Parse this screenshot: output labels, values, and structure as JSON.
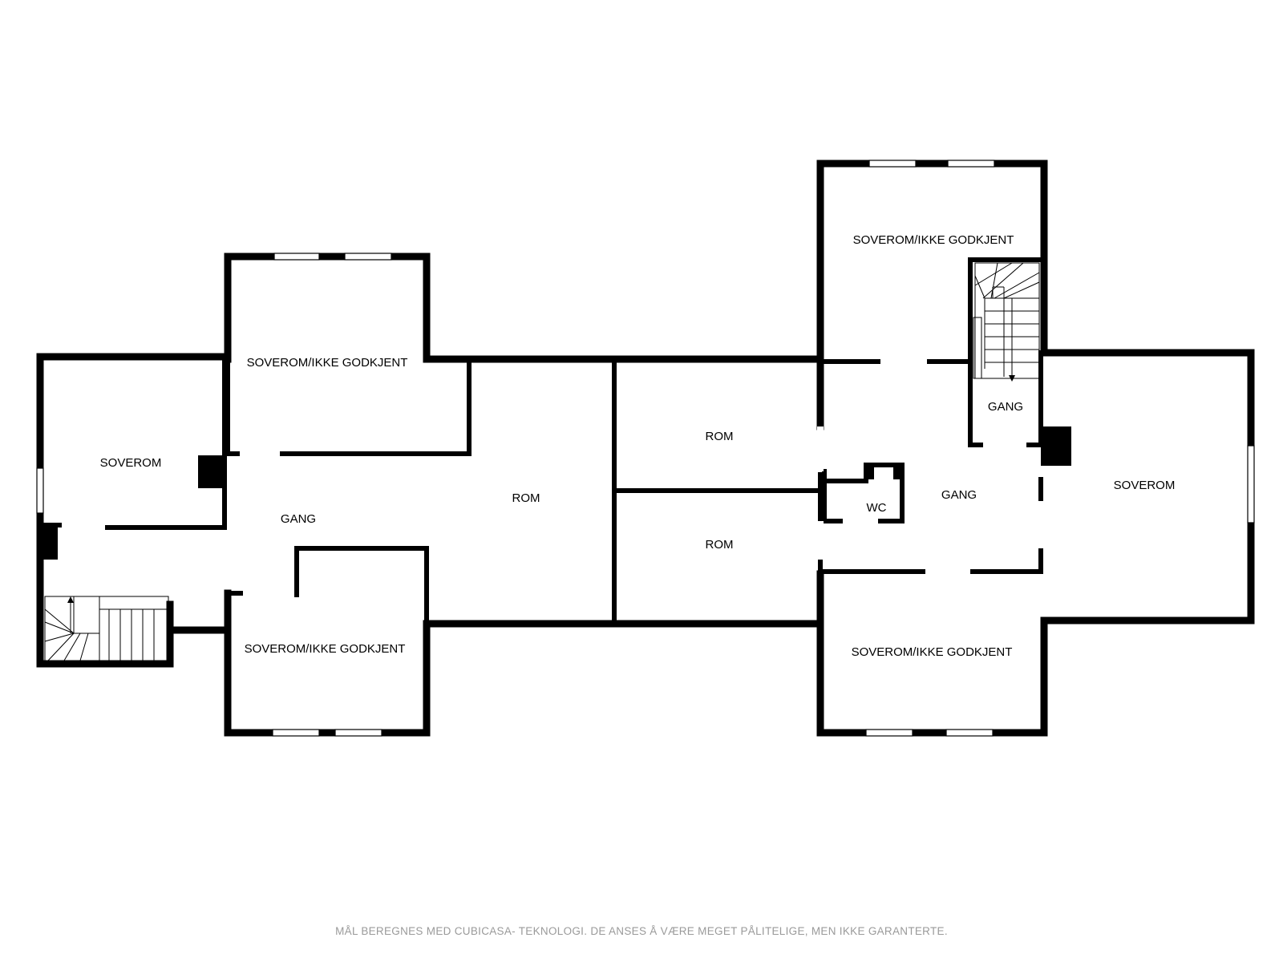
{
  "rooms": {
    "soverom_left": "SOVEROM",
    "soverom_ikke_godkjent_top_left": "SOVEROM/IKKE GODKJENT",
    "gang_left": "GANG",
    "soverom_ikke_godkjent_bottom_left": "SOVEROM/IKKE GODKJENT",
    "rom_center_left": "ROM",
    "rom_upper": "ROM",
    "rom_lower": "ROM",
    "soverom_ikke_godkjent_top_right": "SOVEROM/IKKE GODKJENT",
    "gang_small": "GANG",
    "gang_right": "GANG",
    "wc": "WC",
    "soverom_right": "SOVEROM",
    "soverom_ikke_godkjent_bottom_right": "SOVEROM/IKKE GODKJENT"
  },
  "footer": "MÅL BEREGNES MED CUBICASA- TEKNOLOGI. DE ANSES Å VÆRE MEGET PÅLITELIGE, MEN IKKE GARANTERTE."
}
